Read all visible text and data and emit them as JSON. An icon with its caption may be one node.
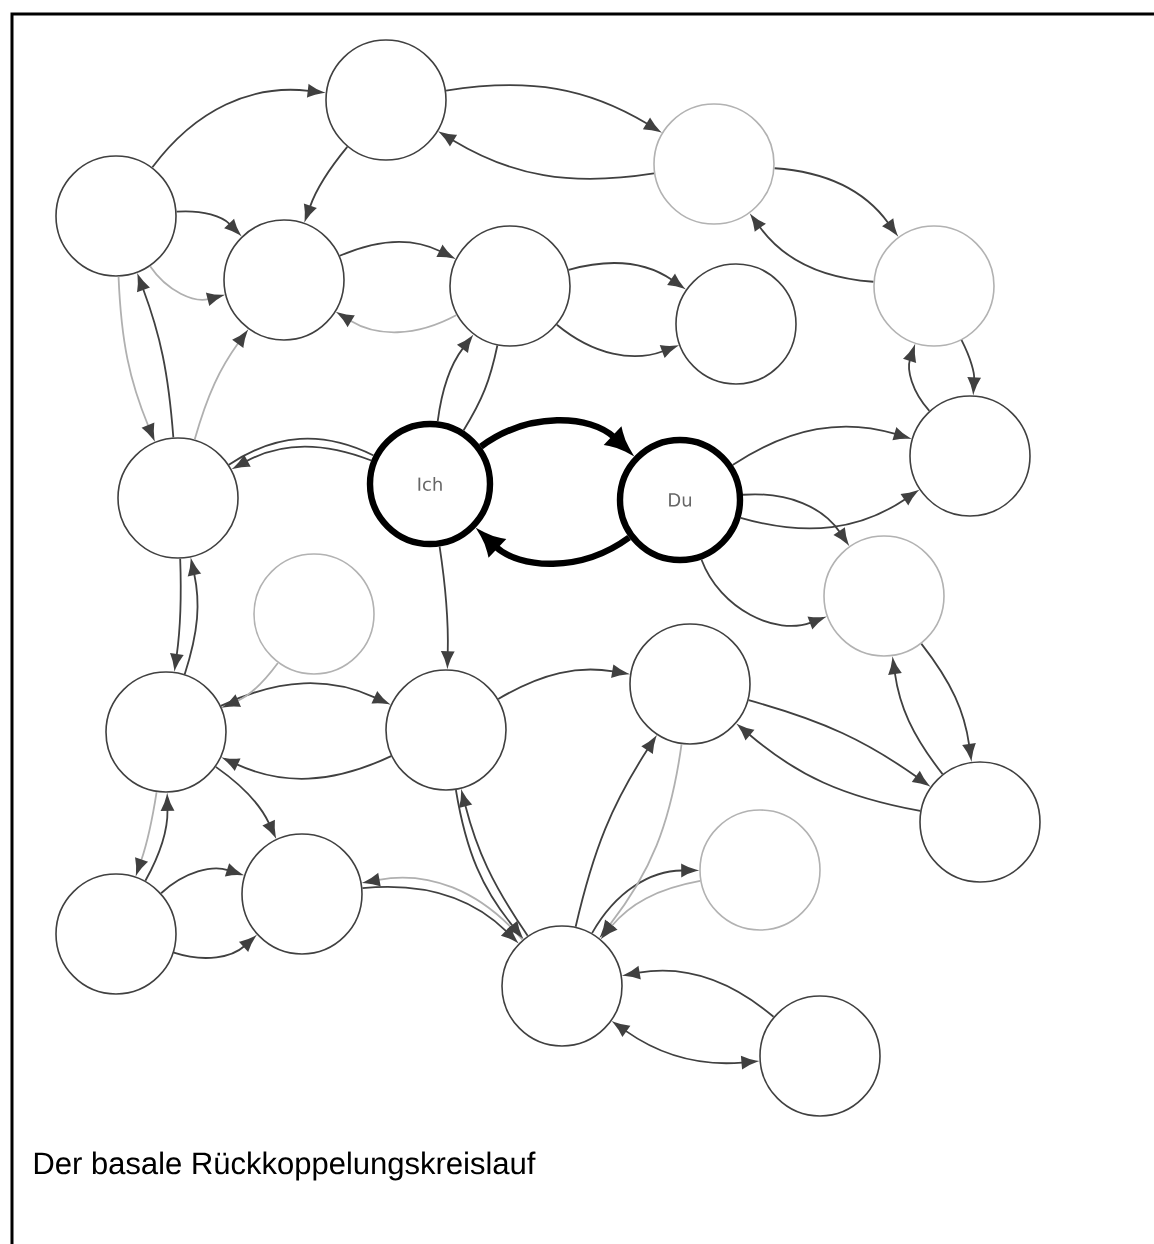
{
  "diagram": {
    "caption": "Der basale Rückkoppelungskreislauf",
    "nodes": [
      {
        "text": [],
        "shape": "circle"
      },
      {
        "text": [],
        "shape": "circle"
      },
      {
        "text": [],
        "shape": "circle"
      },
      {
        "text": [],
        "shape": "circle"
      },
      {
        "text": [],
        "shape": "circle"
      },
      {
        "text": [],
        "shape": "circle"
      },
      {
        "text": [],
        "shape": "circle"
      },
      {
        "text": [],
        "shape": "circle"
      },
      {
        "text": [
          "Ich"
        ]
      },
      {
        "text": [
          "Du"
        ]
      },
      {
        "text": [],
        "shape": "circle"
      },
      {
        "text": [],
        "shape": "circle"
      },
      {
        "text": [],
        "shape": "circle"
      },
      {
        "text": [],
        "shape": "circle"
      },
      {
        "text": [],
        "shape": "circle"
      },
      {
        "text": [],
        "shape": "circle"
      },
      {
        "text": [],
        "shape": "circle"
      },
      {
        "text": [],
        "shape": "circle"
      },
      {
        "text": [],
        "shape": "circle"
      },
      {
        "text": [],
        "shape": "circle"
      },
      {
        "text": [],
        "shape": "circle"
      },
      {
        "text": [],
        "shape": "circle"
      }
    ],
    "edges": [
      {
        "from": 1,
        "to": 0,
        "arrow": "to"
      },
      {
        "from": 0,
        "to": 4,
        "arrow": "to"
      },
      {
        "from": 4,
        "to": 6,
        "arrow": "to"
      },
      {
        "from": 6,
        "to": 7,
        "arrow": "to"
      },
      {
        "from": 7,
        "to": 6,
        "arrow": "to"
      },
      {
        "from": 6,
        "to": 4,
        "arrow": "to"
      },
      {
        "from": 3,
        "to": 5,
        "arrow": "to"
      },
      {
        "from": 4,
        "to": 0,
        "arrow": "to"
      },
      {
        "from": 0,
        "to": 2,
        "arrow": "to"
      },
      {
        "from": 10,
        "to": 1,
        "arrow": "to"
      },
      {
        "from": 1,
        "to": 2,
        "arrow": "to"
      },
      {
        "from": 2,
        "to": 3,
        "arrow": "to"
      },
      {
        "from": 1,
        "to": 2,
        "arrow": "to",
        "color": "#b0b0b0"
      },
      {
        "from": 3,
        "to": 2,
        "arrow": "to",
        "color": "#b0b0b0"
      },
      {
        "from": 10,
        "to": 2,
        "arrow": "to",
        "color": "#b0b0b0"
      },
      {
        "from": 1,
        "to": 10,
        "arrow": "to",
        "color": "#b0b0b0"
      },
      {
        "from": 8,
        "to": 3,
        "arrow": "to"
      },
      {
        "from": 3,
        "to": 8,
        "arrow": "none"
      },
      {
        "from": 3,
        "to": 5,
        "arrow": "to"
      },
      {
        "from": 9,
        "to": 7,
        "arrow": "to"
      },
      {
        "from": 9,
        "to": 12,
        "arrow": "to"
      },
      {
        "from": 9,
        "to": 7,
        "arrow": "to"
      },
      {
        "from": 9,
        "to": 12,
        "arrow": "to"
      },
      {
        "from": 8,
        "to": 9,
        "arrow": "to",
        "style": "thick"
      },
      {
        "from": 9,
        "to": 8,
        "arrow": "to",
        "style": "thick"
      },
      {
        "from": 10,
        "to": 8,
        "arrow": "none"
      },
      {
        "from": 8,
        "to": 10,
        "arrow": "to"
      },
      {
        "from": 12,
        "to": 16,
        "arrow": "to"
      },
      {
        "from": 16,
        "to": 12,
        "arrow": "to"
      },
      {
        "from": 16,
        "to": 15,
        "arrow": "to"
      },
      {
        "from": 15,
        "to": 16,
        "arrow": "to"
      },
      {
        "from": 8,
        "to": 14,
        "arrow": "to"
      },
      {
        "from": 14,
        "to": 15,
        "arrow": "to"
      },
      {
        "from": 13,
        "to": 14,
        "arrow": "to"
      },
      {
        "from": 14,
        "to": 13,
        "arrow": "to"
      },
      {
        "from": 10,
        "to": 13,
        "arrow": "to"
      },
      {
        "from": 17,
        "to": 13,
        "arrow": "to"
      },
      {
        "from": 13,
        "to": 18,
        "arrow": "to"
      },
      {
        "from": 17,
        "to": 18,
        "arrow": "to"
      },
      {
        "from": 13,
        "to": 17,
        "arrow": "to",
        "color": "#b0b0b0"
      },
      {
        "from": 17,
        "to": 18,
        "arrow": "to"
      },
      {
        "from": 20,
        "to": 18,
        "arrow": "to",
        "color": "#b0b0b0"
      },
      {
        "from": 18,
        "to": 20,
        "arrow": "to"
      },
      {
        "from": 14,
        "to": 20,
        "arrow": "to"
      },
      {
        "from": 20,
        "to": 14,
        "arrow": "to"
      },
      {
        "from": 20,
        "to": 15,
        "arrow": "to"
      },
      {
        "from": 20,
        "to": 19,
        "arrow": "to"
      },
      {
        "from": 15,
        "to": 20,
        "arrow": "to",
        "color": "#b0b0b0"
      },
      {
        "from": 20,
        "to": 21,
        "arrow": "both"
      },
      {
        "from": 21,
        "to": 20,
        "arrow": "to"
      },
      {
        "from": 19,
        "to": 20,
        "arrow": "to",
        "color": "#b0b0b0"
      },
      {
        "from": 13,
        "to": 10,
        "arrow": "to"
      },
      {
        "from": 11,
        "to": 13,
        "arrow": "to",
        "color": "#b0b0b0"
      }
    ]
  }
}
